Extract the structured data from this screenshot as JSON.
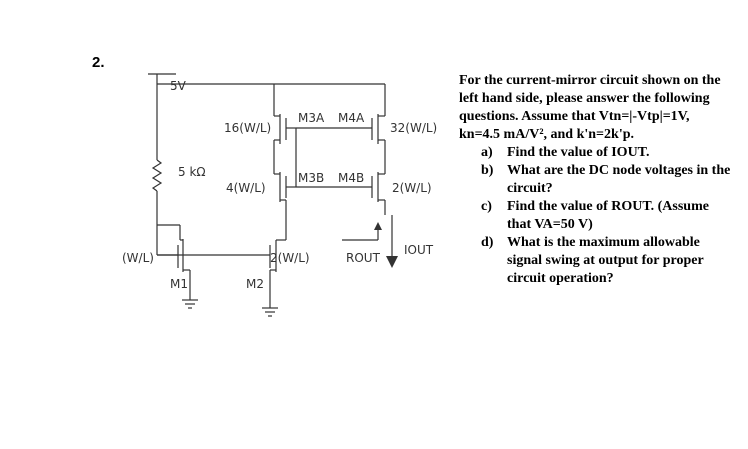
{
  "problem": {
    "number": "2.",
    "circuit": {
      "supply": "5V",
      "resistor": "5 kΩ",
      "transistors": {
        "m3a": {
          "name": "M3A",
          "size": "16(W/L)"
        },
        "m4a": {
          "name": "M4A",
          "size": "32(W/L)"
        },
        "m3b": {
          "name": "M3B",
          "size": "4(W/L)"
        },
        "m4b": {
          "name": "M4B",
          "size": "2(W/L)"
        },
        "m1": {
          "name": "M1",
          "size": "(W/L)"
        },
        "m2": {
          "name": "M2",
          "size": "2(W/L)"
        }
      },
      "rout": "ROUT",
      "iout": "IOUT"
    },
    "intro": "For the current-mirror circuit shown on the left hand side, please answer the following questions. Assume that Vtn=|-Vtp|=1V, kn=4.5 mA/V², and k'n=2k'p.",
    "parts": [
      {
        "marker": "a)",
        "text": "Find the value of IOUT."
      },
      {
        "marker": "b)",
        "text": "What are the DC node voltages in the circuit?"
      },
      {
        "marker": "c)",
        "text": "Find the value of ROUT. (Assume that VA=50 V)"
      },
      {
        "marker": "d)",
        "text": "What is the maximum allowable signal swing at output for proper circuit operation?"
      }
    ]
  }
}
